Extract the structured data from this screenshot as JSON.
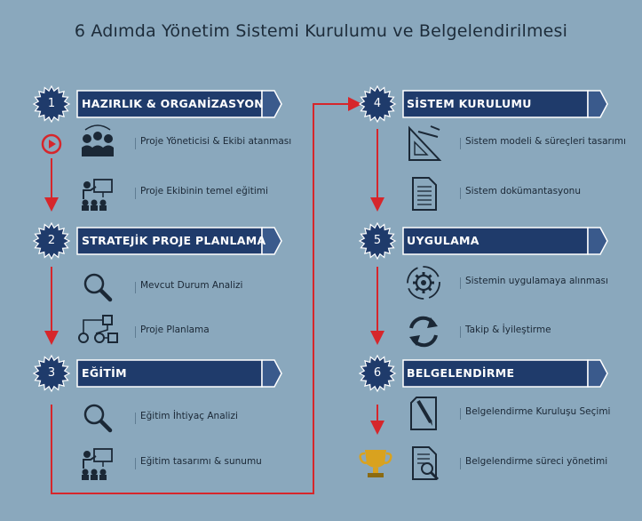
{
  "title": "6 Adımda Yönetim Sistemi Kurulumu ve Belgelendirilmesi",
  "steps": [
    {
      "number": "1",
      "title": "HAZIRLIK & ORGANİZASYON",
      "items": [
        {
          "label": "Proje Yöneticisi & Ekibi atanması",
          "icon": "team-icon"
        },
        {
          "label": "Proje Ekibinin temel eğitimi",
          "icon": "presentation-icon"
        }
      ]
    },
    {
      "number": "2",
      "title": "STRATEJİK PROJE PLANLAMA",
      "items": [
        {
          "label": "Mevcut Durum Analizi",
          "icon": "magnifier-icon"
        },
        {
          "label": "Proje Planlama",
          "icon": "flow-diagram-icon"
        }
      ]
    },
    {
      "number": "3",
      "title": "EĞİTİM",
      "items": [
        {
          "label": "Eğitim İhtiyaç Analizi",
          "icon": "magnifier-icon"
        },
        {
          "label": "Eğitim tasarımı & sunumu",
          "icon": "presentation-icon"
        }
      ]
    },
    {
      "number": "4",
      "title": "SİSTEM KURULUMU",
      "items": [
        {
          "label": "Sistem modeli & süreçleri tasarımı",
          "icon": "ruler-triangle-icon"
        },
        {
          "label": "Sistem dokümantasyonu",
          "icon": "document-icon"
        }
      ]
    },
    {
      "number": "5",
      "title": "UYGULAMA",
      "items": [
        {
          "label": "Sistemin uygulamaya alınması",
          "icon": "gear-cycle-icon"
        },
        {
          "label": "Takip & İyileştirme",
          "icon": "refresh-icon"
        }
      ]
    },
    {
      "number": "6",
      "title": "BELGELENDİRME",
      "items": [
        {
          "label": "Belgelendirme Kuruluşu Seçimi",
          "icon": "pen-paper-icon"
        },
        {
          "label": "Belgelendirme süreci yönetimi",
          "icon": "document-search-icon"
        }
      ]
    }
  ],
  "colors": {
    "background": "#8aa8bd",
    "header_fill": "#1f3b6b",
    "header_border": "#ffffff",
    "badge": "#1f3b6b",
    "arrow": "#d6262b",
    "icon": "#1b2836",
    "trophy": "#d9a21f"
  },
  "decorations": {
    "start_icon": "play-circle-icon",
    "finish_icon": "trophy-icon"
  }
}
